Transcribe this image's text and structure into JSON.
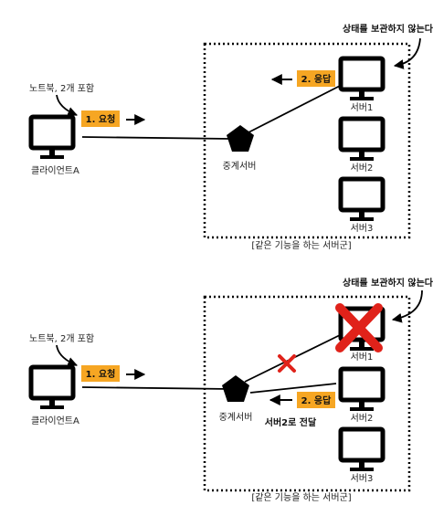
{
  "colors": {
    "accent": "#F6A623",
    "fail": "#E0221A",
    "stroke": "#000000",
    "text": "#222222"
  },
  "icons": {
    "monitor": "monitor-icon",
    "proxy": "pentagon-icon",
    "arrow": "arrow-right-icon",
    "fail": "x-mark-icon"
  },
  "top": {
    "callout": "노트북, 2개 포함",
    "client": "클라이언트A",
    "request": "1. 요청",
    "proxy": "중계서버",
    "response": "2. 응답",
    "stateless_note": "상태를 보관하지 않는다",
    "servers": [
      "서버1",
      "서버2",
      "서버3"
    ],
    "group_label": "[같은 기능을 하는 서버군]"
  },
  "bottom": {
    "callout": "노트북, 2개 포함",
    "client": "클라이언트A",
    "request": "1. 요청",
    "proxy": "중계서버",
    "response": "2. 응답",
    "relay_note": "서버2로 전달",
    "stateless_note": "상태를 보관하지 않는다",
    "servers": [
      "서버1",
      "서버2",
      "서버3"
    ],
    "group_label": "[같은 기능을 하는 서버군]"
  }
}
